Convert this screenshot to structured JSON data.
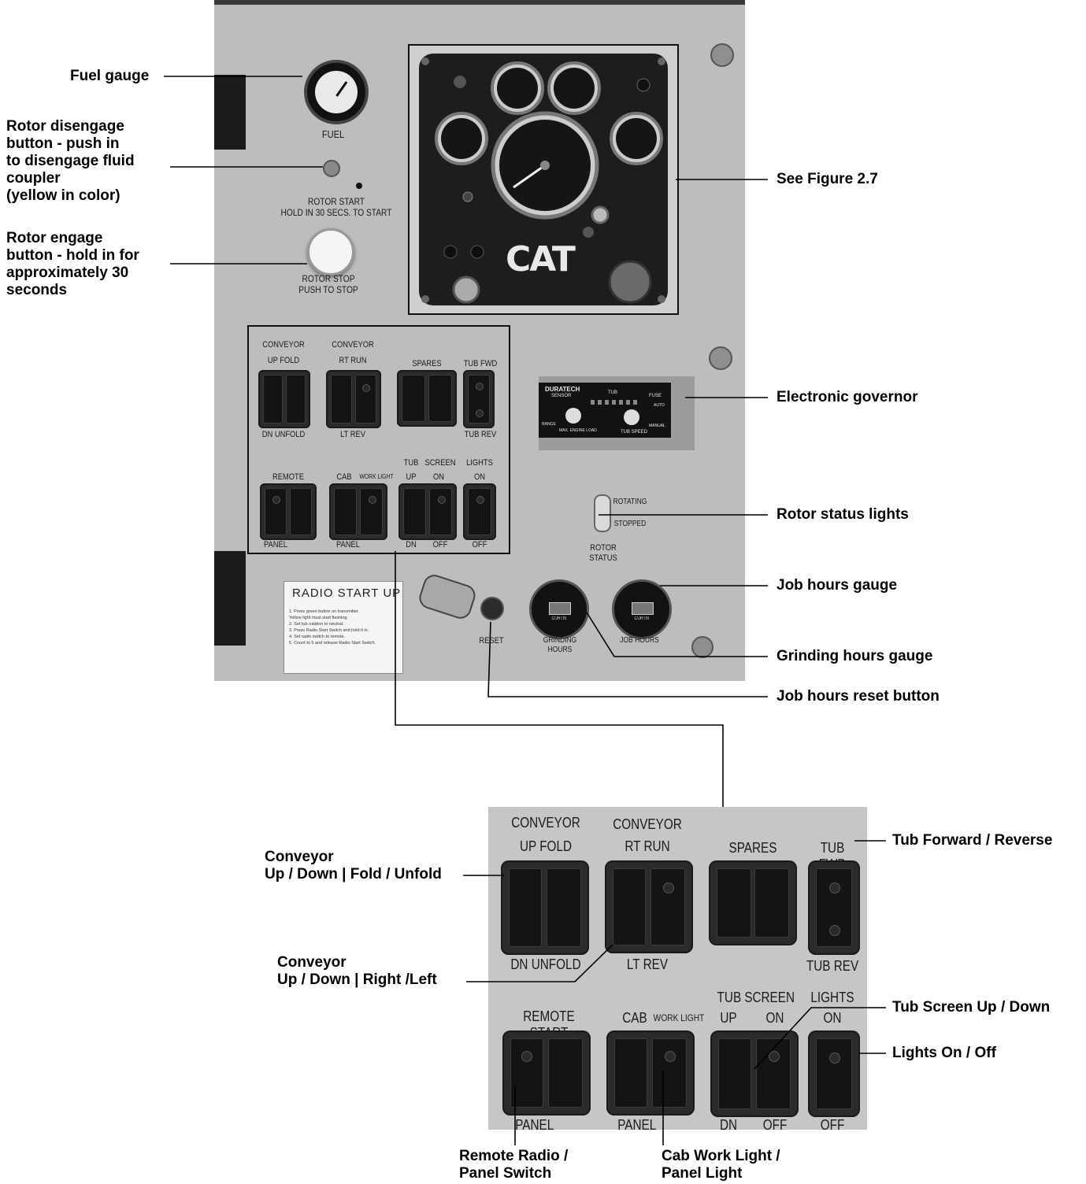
{
  "callouts": {
    "fuel_gauge": "Fuel gauge",
    "rotor_disengage": "Rotor disengage\nbutton - push in\nto disengage fluid\ncoupler\n(yellow in color)",
    "rotor_engage": "Rotor engage\nbutton - hold in for\napproximately 30\nseconds",
    "see_figure": "See Figure 2.7",
    "electronic_governor": "Electronic governor",
    "rotor_status_lights": "Rotor status lights",
    "job_hours_gauge": "Job hours gauge",
    "grinding_hours_gauge": "Grinding hours gauge",
    "job_hours_reset": "Job hours reset button",
    "conveyor_fold": "Conveyor\nUp / Down | Fold / Unfold",
    "conveyor_right_left": "Conveyor\nUp / Down | Right /Left",
    "tub_forward_reverse": "Tub Forward / Reverse",
    "tub_screen": "Tub Screen Up / Down",
    "lights_on_off": "Lights On / Off",
    "remote_radio": "Remote Radio /\nPanel Switch",
    "cab_work_light": "Cab Work Light /\nPanel Light"
  },
  "panel": {
    "fuel": "FUEL",
    "rotor_start": "ROTOR  START\nHOLD IN 30 SECS. TO START",
    "rotor_stop": "ROTOR  STOP\nPUSH TO STOP",
    "cat_logo": "CAT",
    "reset": "RESET",
    "grinding_hours": "GRINDING HOURS",
    "job_hours": "JOB HOURS",
    "rotating": "ROTATING",
    "stopped": "STOPPED",
    "rotor_status": "ROTOR STATUS",
    "gov_brand": "DURATECH",
    "gov_sensor": "SENSOR",
    "gov_tub": "TUB",
    "gov_fuse": "FUSE",
    "gov_auto": "AUTO",
    "gov_manual": "MANUAL",
    "gov_range": "RANGE",
    "gov_engine_load": "MAX. ENGINE LOAD",
    "gov_tub_speed": "TUB SPEED",
    "meter_brand": "CURTIS",
    "radio_title": "RADIO START UP",
    "radio_steps": "1.  Press green button on transmitter.\n     Yellow light must start flashing.\n2.  Set tub rotation to neutral.\n3.  Press Radio Start Switch and hold it in.\n4.  Set radio switch to remote.\n5.  Count to 5 and release Radio Start Switch."
  },
  "switches": {
    "conveyor1": "CONVEYOR",
    "up_fold": "UP   FOLD",
    "dn_unfold": "DN   UNFOLD",
    "conveyor2": "CONVEYOR",
    "rt_run": "RT     RUN",
    "lt_rev": "LT       REV",
    "spares": "SPARES",
    "tub_fwd": "TUB FWD",
    "tub_rev": "TUB REV",
    "remote_start": "REMOTE START",
    "panel": "PANEL",
    "cab": "CAB",
    "work_light": "WORK LIGHT",
    "tub": "TUB",
    "screen": "SCREEN",
    "up": "UP",
    "on": "ON",
    "dn": "DN",
    "off": "OFF",
    "lights": "LIGHTS"
  }
}
